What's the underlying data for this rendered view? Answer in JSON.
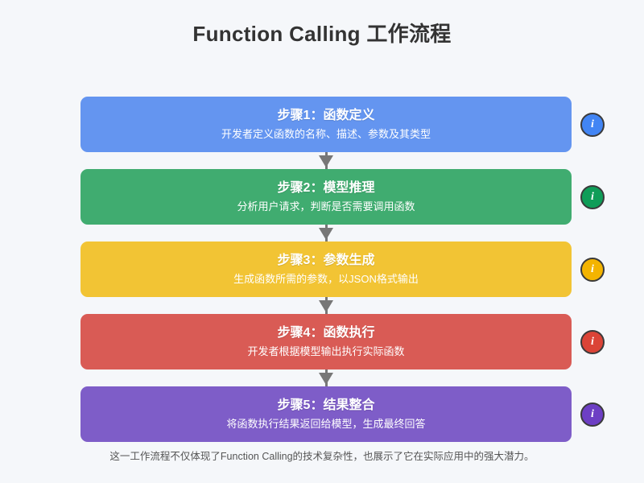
{
  "page": {
    "title": "Function Calling 工作流程",
    "background_color": "#f5f7fa",
    "title_color": "#333333",
    "footer_note": "这一工作流程不仅体现了Function Calling的技术复杂性，也展示了它在实际应用中的强大潜力。"
  },
  "diagram": {
    "type": "flowchart-vertical",
    "connector_color": "#777777",
    "badge_label": "i",
    "badge_border_color": "#3a3a3a",
    "steps": [
      {
        "index": "1",
        "title": "步骤1：函数定义",
        "description": "开发者定义函数的名称、描述、参数及其类型",
        "color": "#6495f0",
        "badge_color": "#4285f4",
        "badge_icon": "info-icon"
      },
      {
        "index": "2",
        "title": "步骤2：模型推理",
        "description": "分析用户请求，判断是否需要调用函数",
        "color": "#40ac70",
        "badge_color": "#0f9d58",
        "badge_icon": "info-icon"
      },
      {
        "index": "3",
        "title": "步骤3：参数生成",
        "description": "生成函数所需的参数，以JSON格式输出",
        "color": "#f2c434",
        "badge_color": "#f4b400",
        "badge_icon": "info-icon"
      },
      {
        "index": "4",
        "title": "步骤4：函数执行",
        "description": "开发者根据模型输出执行实际函数",
        "color": "#d95b55",
        "badge_color": "#db4437",
        "badge_icon": "info-icon"
      },
      {
        "index": "5",
        "title": "步骤5：结果整合",
        "description": "将函数执行结果返回给模型，生成最终回答",
        "color": "#7e5dc8",
        "badge_color": "#6d3fc4",
        "badge_icon": "info-icon"
      }
    ]
  }
}
